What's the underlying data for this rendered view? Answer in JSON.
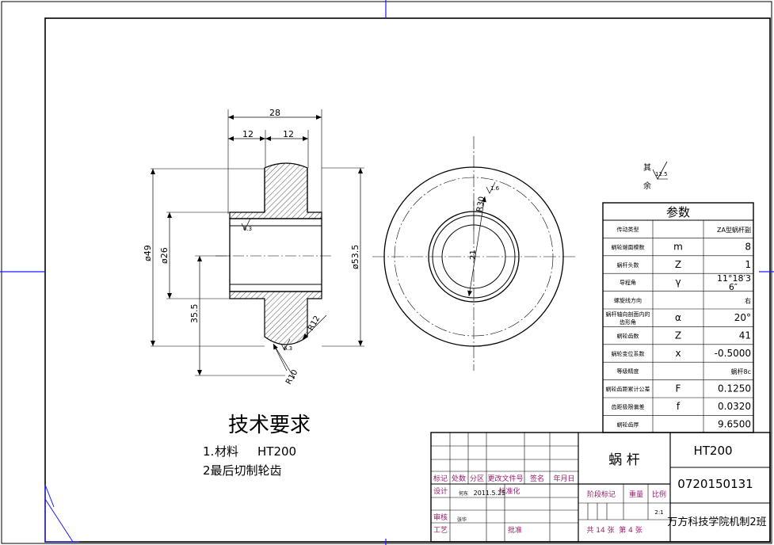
{
  "tech_requirements": {
    "heading": "技术要求",
    "item1_no": "1.",
    "item1_label": "材料",
    "item1_value": "HT200",
    "item2": "2最后切制轮齿"
  },
  "dimensions": {
    "width_total": "28",
    "width_left": "12",
    "width_right": "12",
    "dia_outer": "ø49",
    "dia_bore": "ø26",
    "dia_root": "ø53.5",
    "dist_35_5": "35.5",
    "r12": "R12",
    "r10": "R10",
    "r30": "R30",
    "dim_21": "21",
    "rough_hub": "6.3",
    "rough_tip": "6.3",
    "rough_keyway": "1.6"
  },
  "roughness_note": {
    "left_top": "其",
    "left_bottom": "余",
    "value": "12.5"
  },
  "params": {
    "title": "参数",
    "rows": [
      {
        "name": "传动类型",
        "sym": "",
        "val": "ZA型蜗杆副"
      },
      {
        "name": "蜗轮端面模数",
        "sym": "m",
        "val": "8"
      },
      {
        "name": "蜗杆头数",
        "sym": "Z",
        "val": "1"
      },
      {
        "name": "导程角",
        "sym": "γ",
        "val": "11°18′3",
        "val2": "6″"
      },
      {
        "name": "螺旋线方向",
        "sym": "",
        "val": "右"
      },
      {
        "name": "蜗杆轴向剖面内的",
        "name2": "齿形角",
        "sym": "α",
        "val": "20°"
      },
      {
        "name": "蜗轮齿数",
        "sym": "Z",
        "val": "41"
      },
      {
        "name": "蜗轮变位系数",
        "sym": "x",
        "val": "-0.5000"
      },
      {
        "name": "等级精度",
        "sym": "",
        "val": "蜗杆8c"
      },
      {
        "name": "蜗轮齿距累计公差",
        "sym": "F",
        "val": "0.1250"
      },
      {
        "name": "齿距极限偏差",
        "sym": "f",
        "val": "0.0320"
      },
      {
        "name": "蜗轮齿厚",
        "sym": "",
        "val": "9.6500"
      }
    ]
  },
  "title_block": {
    "part_name": "蜗 杆",
    "material": "HT200",
    "drawing_no": "0720150131",
    "school": "万方科技学院机制2班",
    "h_mark": "标记",
    "h_count": "处数",
    "h_zone": "分区",
    "h_doc": "更改文件号",
    "h_sign": "签名",
    "h_date": "年月日",
    "design": "设计",
    "designer": "何东",
    "design_date": "2011.5.25",
    "standard": "标准化",
    "stage": "阶段标记",
    "weight": "重量",
    "scale": "比例",
    "scale_value": "2:1",
    "review": "审核",
    "reviewer": "张华",
    "process": "工艺",
    "approve": "批准",
    "sheets_total": "共 14 张",
    "sheet_no": "第 4 张"
  },
  "colors": {
    "line": "#000000",
    "frame_marker": "#1a1aff",
    "title_label": "#9b1b6e",
    "hatch": "#000000"
  }
}
